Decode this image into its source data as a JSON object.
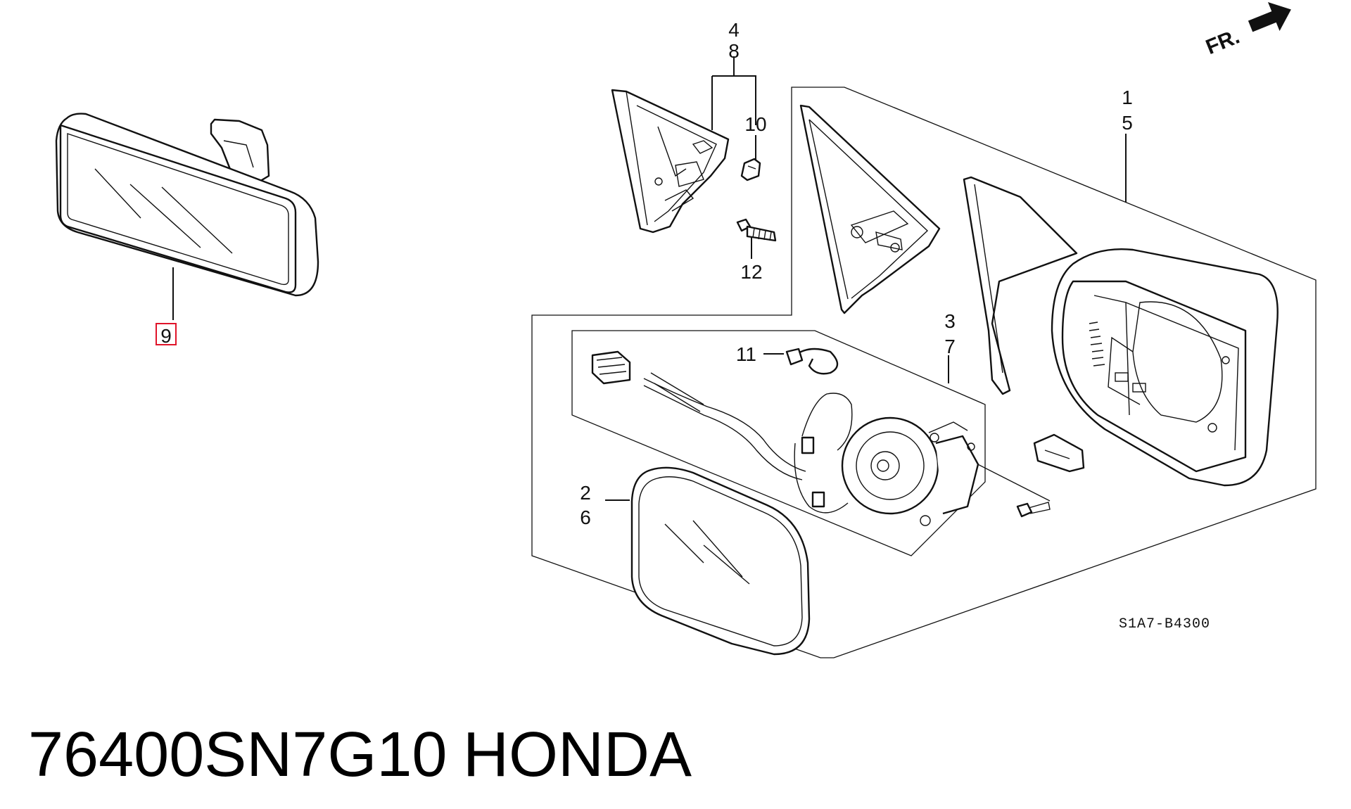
{
  "callouts": {
    "c9": "9",
    "c4": "4",
    "c8": "8",
    "c10": "10",
    "c12": "12",
    "c1": "1",
    "c5": "5",
    "c3": "3",
    "c7": "7",
    "c11": "11",
    "c2": "2",
    "c6": "6"
  },
  "direction_label": "FR.",
  "diagram_code": "S1A7-B4300",
  "caption": {
    "part_number": "76400SN7G10",
    "brand": "HONDA"
  },
  "highlight_color": "#e0142a"
}
